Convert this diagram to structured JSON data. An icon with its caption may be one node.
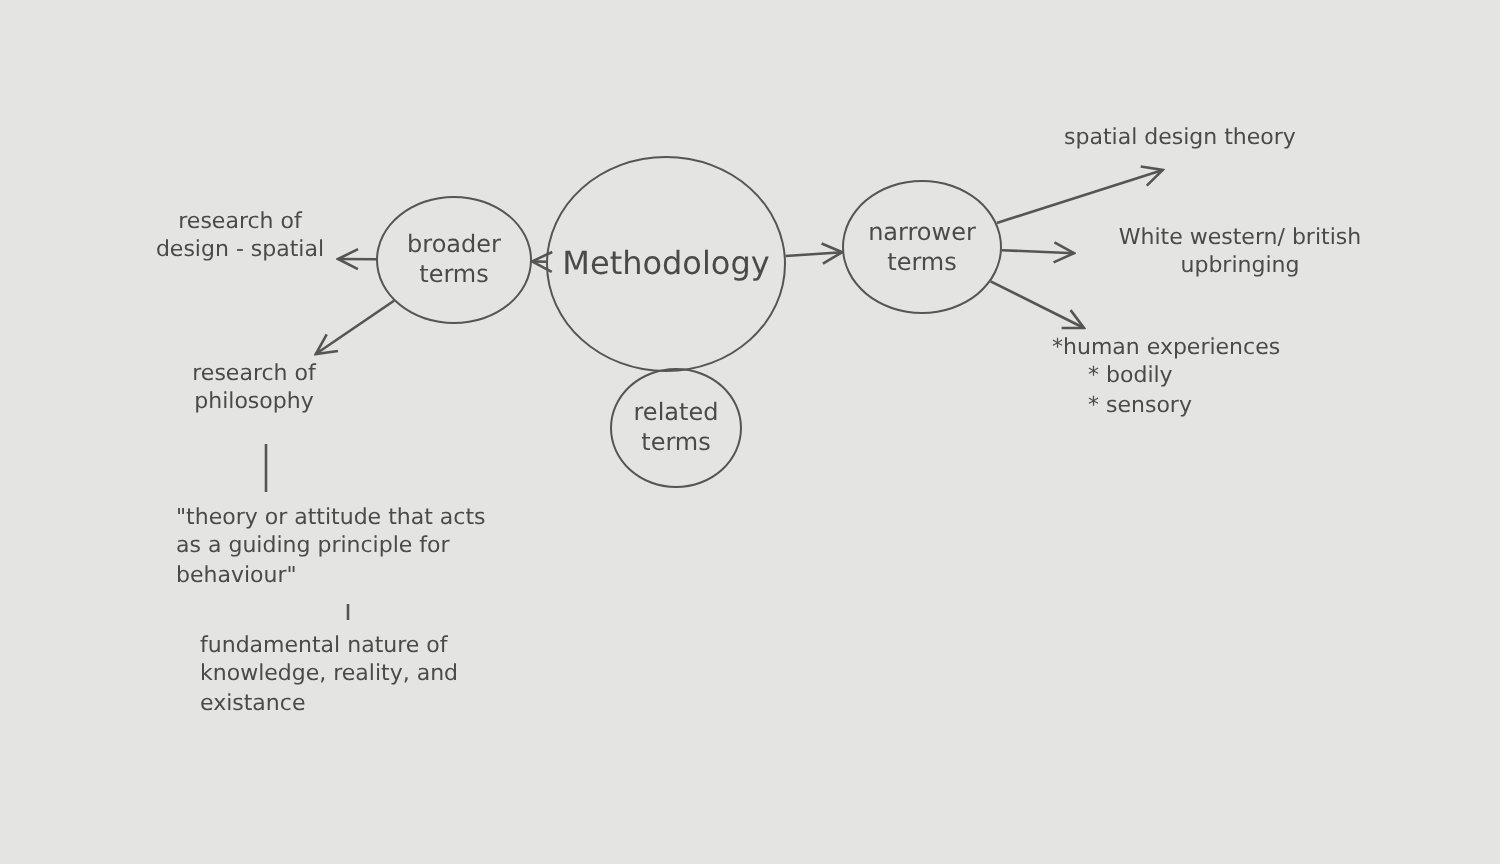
{
  "diagram": {
    "nodes": [
      {
        "text": [
          "Methodology"
        ]
      },
      {
        "text": [
          "broader terms"
        ]
      },
      {
        "text": [
          "narrower terms"
        ]
      },
      {
        "text": [
          "related terms"
        ]
      },
      {
        "text": [
          "research of design - spatial"
        ]
      },
      {
        "text": [
          "research of philosophy"
        ]
      },
      {
        "text": [
          "\"theory or attitude that acts as a guiding principle for behaviour\""
        ]
      },
      {
        "text": [
          "fundamental nature of knowledge, reality, and existance"
        ]
      },
      {
        "text": [
          "spatial design theory"
        ]
      },
      {
        "text": [
          "White western/ british upbringing"
        ]
      },
      {
        "text": [
          "*human experiences",
          "* bodily",
          "* sensory"
        ]
      }
    ],
    "edges": [
      {
        "from": 0,
        "to": 1,
        "arrow": "to"
      },
      {
        "from": 1,
        "to": 4,
        "arrow": "to"
      },
      {
        "from": 1,
        "to": 5,
        "arrow": "to"
      },
      {
        "from": 5,
        "to": 6,
        "arrow": "none"
      },
      {
        "from": 6,
        "to": 7,
        "arrow": "none"
      },
      {
        "from": 0,
        "to": 2,
        "arrow": "to"
      },
      {
        "from": 2,
        "to": 8,
        "arrow": "to"
      },
      {
        "from": 2,
        "to": 9,
        "arrow": "to"
      },
      {
        "from": 2,
        "to": 10,
        "arrow": "to"
      }
    ]
  }
}
